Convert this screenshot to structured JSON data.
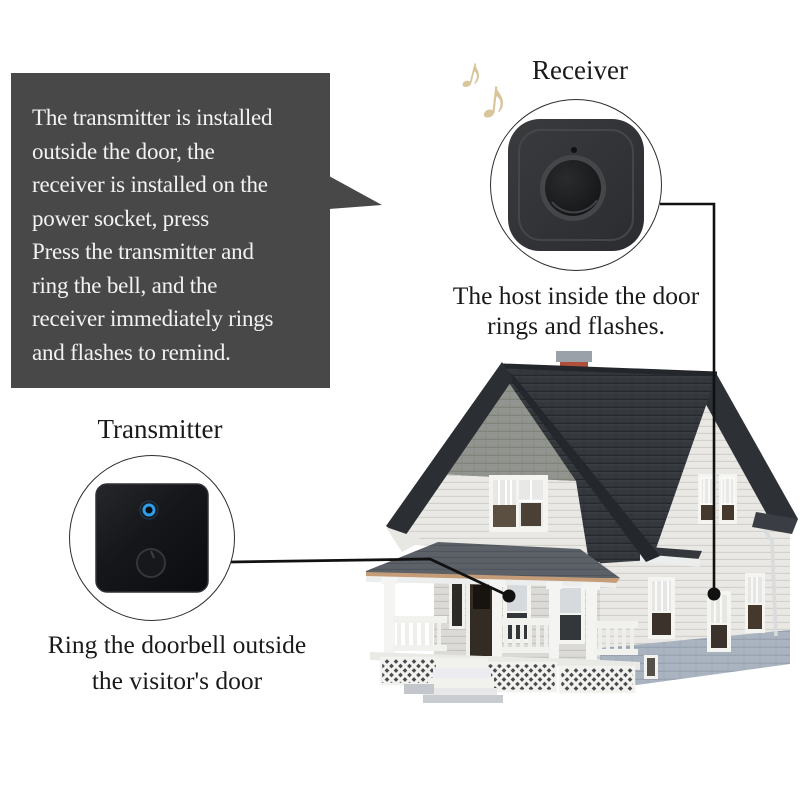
{
  "speech_bubble": {
    "lines": [
      "The transmitter is installed",
      "outside the door, the",
      "receiver is installed on the",
      "power socket, press",
      "Press the transmitter and",
      "ring the bell, and the",
      "receiver immediately rings",
      "and flashes to remind."
    ],
    "bg_color": "#484848",
    "text_color": "#f2f2f2"
  },
  "receiver": {
    "label": "Receiver",
    "caption_lines": [
      "The host inside the door",
      "rings and flashes."
    ],
    "music_notes": [
      "♪",
      "♪"
    ],
    "music_note_color": "#d8c59a",
    "body_color": "#323336"
  },
  "transmitter": {
    "label": "Transmitter",
    "caption_lines": [
      "Ring the doorbell outside",
      "the visitor's door"
    ],
    "led_color": "#2d9fe8",
    "body_color": "#15161a"
  },
  "house": {
    "roof_color": "#34383d",
    "siding_color": "#e9e8e4",
    "foundation_color": "#aab4c1",
    "chimney_color": "#b0503a",
    "porch_roof_color": "#5c6067"
  },
  "connector_color": "#111111"
}
